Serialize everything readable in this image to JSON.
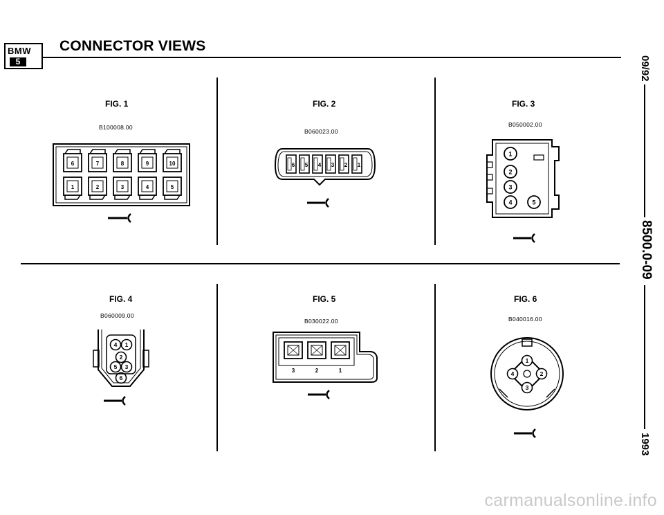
{
  "header": {
    "logo_brand": "BMW",
    "logo_model": "5",
    "title": "CONNECTOR VIEWS"
  },
  "side_text": {
    "date": "09/92",
    "doc_number": "8500.0-09",
    "year": "1993"
  },
  "figures": [
    {
      "label": "FIG. 1",
      "code": "B100008.00",
      "pins_top": [
        "6",
        "7",
        "8",
        "9",
        "10"
      ],
      "pins_bottom": [
        "1",
        "2",
        "3",
        "4",
        "5"
      ]
    },
    {
      "label": "FIG. 2",
      "code": "B060023.00",
      "pins": [
        "6",
        "5",
        "4",
        "3",
        "2",
        "1"
      ]
    },
    {
      "label": "FIG. 3",
      "code": "B050002.00",
      "pins": [
        "1",
        "2",
        "3",
        "4",
        "5"
      ]
    },
    {
      "label": "FIG. 4",
      "code": "B060009.00",
      "pins": [
        "4",
        "1",
        "2",
        "5",
        "3",
        "6"
      ]
    },
    {
      "label": "FIG. 5",
      "code": "B030022.00",
      "pins": [
        "3",
        "2",
        "1"
      ]
    },
    {
      "label": "FIG. 6",
      "code": "B040016.00",
      "pins": [
        "1",
        "2",
        "3",
        "4"
      ]
    }
  ],
  "watermark": "carmanualsonline.info"
}
